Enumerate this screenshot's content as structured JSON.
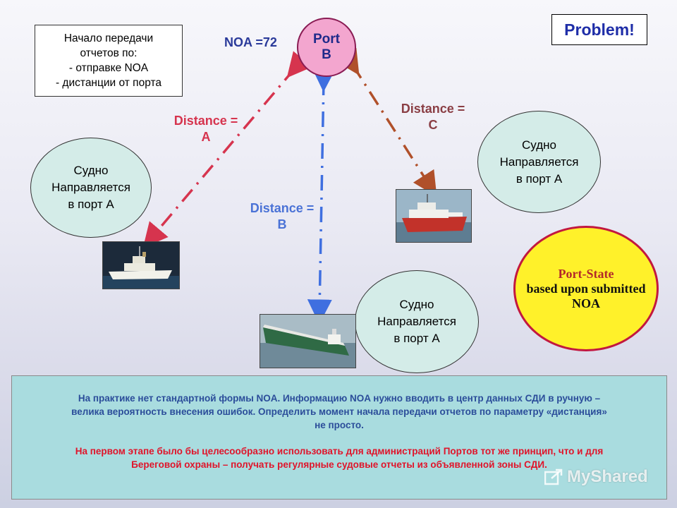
{
  "start_box": {
    "line1": "Начало передачи",
    "line2": "отчетов по:",
    "line3": "- отправке NOA",
    "line4": "- дистанции от порта"
  },
  "noa_label": "NOA =72",
  "port_b": {
    "line1": "Port",
    "line2": "B"
  },
  "problem_label": "Problem!",
  "distances": {
    "a": {
      "line1": "Distance =",
      "line2": "A",
      "color": "#d6344e"
    },
    "b": {
      "line1": "Distance =",
      "line2": "B",
      "color": "#4a72d6"
    },
    "c": {
      "line1": "Distance =",
      "line2": "C",
      "color": "#8a3e44"
    }
  },
  "vessel_left": {
    "line1": "Судно",
    "line2": "Направляется",
    "line3": "в порт А"
  },
  "vessel_right": {
    "line1": "Судно",
    "line2": "Направляется",
    "line3": "в порт А"
  },
  "vessel_bottom": {
    "line1": "Судно",
    "line2": "Направляется",
    "line3": "в порт А"
  },
  "port_state": {
    "line1": "Port-State",
    "line2": "based upon submitted",
    "line3": "NOA"
  },
  "info": {
    "p1_l1": "На практике нет стандартной формы NOA. Информацию NOA нужно вводить в центр данных СДИ в ручную –",
    "p1_l2": "велика вероятность внесения ошибок.  Определить момент начала передачи отчетов по параметру «дистанция»",
    "p1_l3": "не просто.",
    "p2_l1": "На первом этапе было бы целесообразно использовать для администраций Портов тот же принцип, что и для",
    "p2_l2": "Береговой охраны – получать регулярные судовые отчеты из объявленной зоны СДИ."
  },
  "watermark": "MyShared",
  "colors": {
    "port_b_fill": "#f3a6cf",
    "vessel_fill": "#d4ece8",
    "port_state_fill": "#fff12a",
    "port_state_border": "#c2183f",
    "info_fill": "#a9dcdf"
  }
}
